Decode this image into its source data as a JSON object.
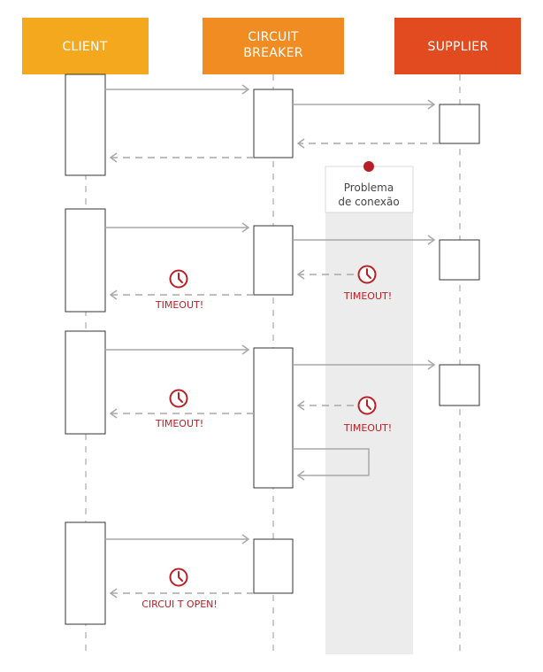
{
  "participants": {
    "client": {
      "label": "CLIENT",
      "color": "#f4a81d"
    },
    "breaker": {
      "label_line1": "CIRCUIT",
      "label_line2": "BREAKER",
      "color": "#f08c21"
    },
    "supplier": {
      "label": "SUPPLIER",
      "color": "#e24a1f"
    }
  },
  "problem_note": {
    "line1": "Problema",
    "line2": "de conexão",
    "marker_color": "#b92025",
    "band_color": "#ececec"
  },
  "warnings": {
    "timeout": "TIMEOUT!",
    "circuit_open": "CIRCUI T OPEN!",
    "color": "#b92025"
  },
  "icons": {
    "timeout": "clock-icon"
  }
}
